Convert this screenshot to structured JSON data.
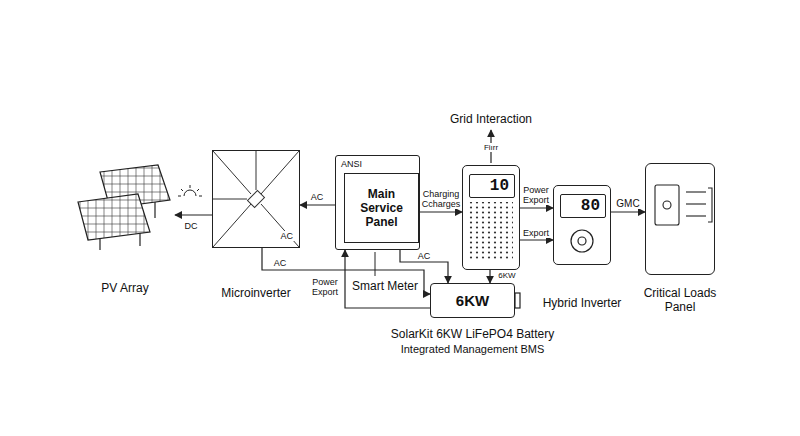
{
  "diagram": {
    "nodes": [
      {
        "text": [
          "PV Array"
        ]
      },
      {
        "text": [
          "AC",
          "Microinverter"
        ]
      },
      {
        "text": [
          "ANSI"
        ]
      },
      {
        "text": [
          "Main Service Panel"
        ],
        "in": 2
      },
      {
        "text": [
          "10"
        ]
      },
      {
        "text": [
          "80",
          "Hybrid Inverter"
        ]
      },
      {
        "text": [
          "Critical Loads Panel"
        ]
      },
      {
        "text": [
          "6KW",
          "SolarKit 6KW LiFePO4 Battery",
          "Integrated Management BMS"
        ]
      }
    ],
    "edges": [
      {
        "from": 1,
        "to": 0,
        "label": "DC",
        "arrow": "to"
      },
      {
        "from": 2,
        "to": 1,
        "label": "AC",
        "arrow": "to"
      },
      {
        "from": 2,
        "to": 4,
        "label": "Charging Ccharges",
        "arrow": "to"
      },
      {
        "from": 4,
        "to": 5,
        "label": "Power Export",
        "arrow": "to"
      },
      {
        "from": 4,
        "to": 5,
        "label": "Export",
        "arrow": "to"
      },
      {
        "from": 5,
        "to": 6,
        "label": "GMC",
        "arrow": "to"
      },
      {
        "from": 4,
        "to": 7,
        "label": "6KW",
        "arrow": "to"
      },
      {
        "from": 1,
        "to": 7,
        "label": "AC",
        "arrow": "to"
      },
      {
        "from": 2,
        "to": 7,
        "label": "AC",
        "arrow": "to"
      },
      {
        "from": 7,
        "to": 2,
        "label": "Power Export",
        "arrow": "to"
      }
    ],
    "labels": [
      "Grid Interaction",
      "Fiırr",
      "Smart Meter"
    ]
  }
}
